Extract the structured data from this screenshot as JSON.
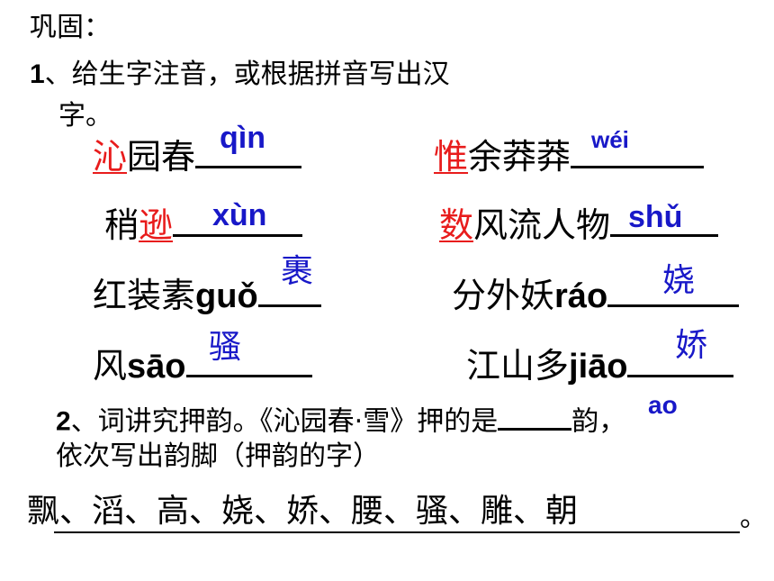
{
  "title": "巩固：",
  "q1": {
    "num": "1",
    "line1": "、给生字注音，或根据拼音写出汉",
    "line2": "字。"
  },
  "items": {
    "a": {
      "red": "沁",
      "rest": "园春",
      "answer": "qìn"
    },
    "b": {
      "red": "惟",
      "rest": "余莽莽",
      "answer": "wéi"
    },
    "c": {
      "pre": "稍",
      "red": "逊",
      "answer": "xùn"
    },
    "d": {
      "red": "数",
      "rest": "风流人物",
      "answer": "shǔ"
    },
    "e": {
      "pre": "红装素",
      "pinyin": "guǒ",
      "answer": "裹"
    },
    "f": {
      "pre": "分外妖",
      "pinyin": "ráo",
      "answer": "娆"
    },
    "g": {
      "pre": "风",
      "pinyin": "sāo",
      "answer": "骚"
    },
    "h": {
      "pre": "江山多",
      "pinyin": "jiāo",
      "answer": "娇"
    }
  },
  "q2": {
    "num": "2",
    "line1": "、词讲究押韵。《沁园春·雪》押的是",
    "answer": "ao",
    "line1_end": "韵，",
    "line2": "依次写出韵脚（押韵的字）",
    "rhymes": "飘、滔、高、娆、娇、腰、骚、雕、朝",
    "end": "。"
  }
}
